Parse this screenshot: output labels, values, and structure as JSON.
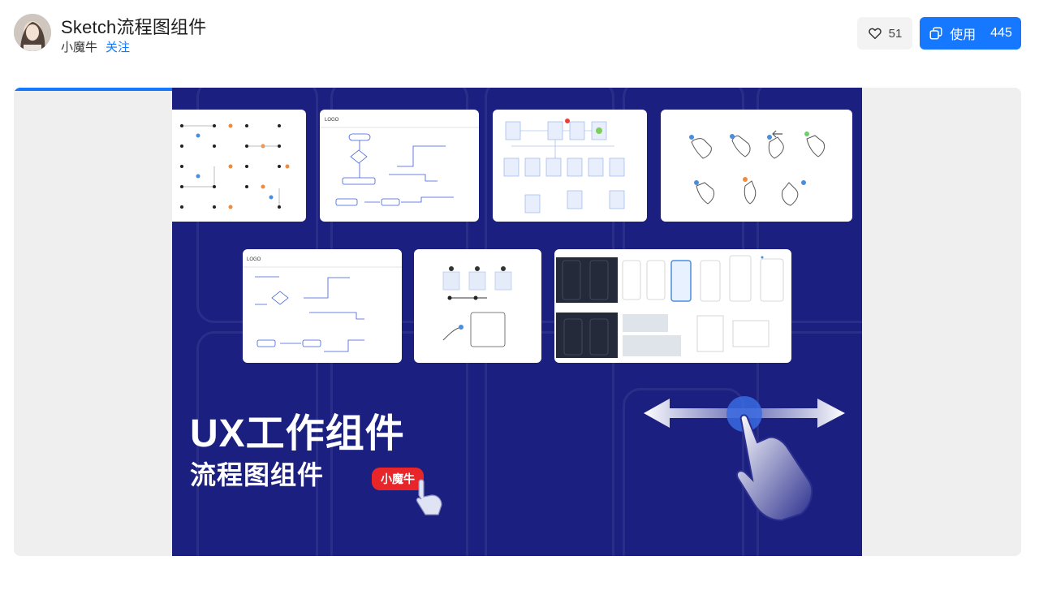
{
  "header": {
    "title": "Sketch流程图组件",
    "author": "小魔牛",
    "follow_label": "关注",
    "like_count": "51",
    "use_label": "使用",
    "use_count": "445"
  },
  "viewer": {
    "progress_fraction": 0.36,
    "cover": {
      "headline": "UX工作组件",
      "subheadline": "流程图组件",
      "badge": "小魔牛",
      "card_logo": "LOGO"
    }
  },
  "colors": {
    "accent": "#1677ff",
    "cover_bg": "#1a1f80",
    "badge": "#e8262a"
  },
  "icons": [
    "heart-icon",
    "copy-icon",
    "hand-pointer-icon",
    "double-arrow-icon"
  ]
}
